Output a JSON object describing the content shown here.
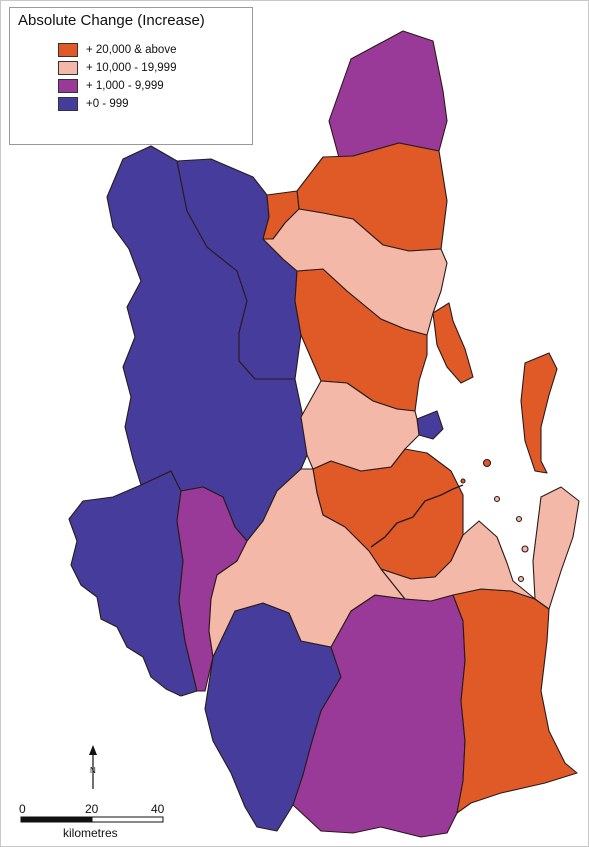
{
  "legend": {
    "title": "Absolute Change (Increase)",
    "classes": [
      {
        "label": "+ 20,000 & above",
        "color": "#e05a28"
      },
      {
        "label": "+ 10,000 - 19,999",
        "color": "#f4b8a8"
      },
      {
        "label": "+ 1,000 - 9,999",
        "color": "#9a3a98"
      },
      {
        "label": "+0 - 999",
        "color": "#463c9c"
      }
    ]
  },
  "colors": {
    "water": "#ffffff",
    "boundary": "#2a1a1a"
  },
  "scale_bar": {
    "ticks": [
      "0",
      "20",
      "40"
    ],
    "unit": "kilometres"
  },
  "north_arrow": {
    "label": "N"
  },
  "regions": [
    {
      "id": "far-west-south",
      "class": 3
    },
    {
      "id": "far-west-north",
      "class": 3
    },
    {
      "id": "west-north",
      "class": 3
    },
    {
      "id": "south-central-west",
      "class": 3
    },
    {
      "id": "central-small",
      "class": 3
    },
    {
      "id": "west-strip",
      "class": 2
    },
    {
      "id": "far-north",
      "class": 2
    },
    {
      "id": "south-central-east",
      "class": 2
    },
    {
      "id": "north-coast-1",
      "class": 0
    },
    {
      "id": "central-north",
      "class": 0
    },
    {
      "id": "coast-strip",
      "class": 0
    },
    {
      "id": "central-south",
      "class": 0
    },
    {
      "id": "south-coast",
      "class": 0
    },
    {
      "id": "offshore-island",
      "class": 0
    },
    {
      "id": "north-mid",
      "class": 1
    },
    {
      "id": "central-mid",
      "class": 1
    },
    {
      "id": "south-west-mid",
      "class": 1
    },
    {
      "id": "east-coastal-mid",
      "class": 1
    },
    {
      "id": "south-island",
      "class": 1
    }
  ]
}
